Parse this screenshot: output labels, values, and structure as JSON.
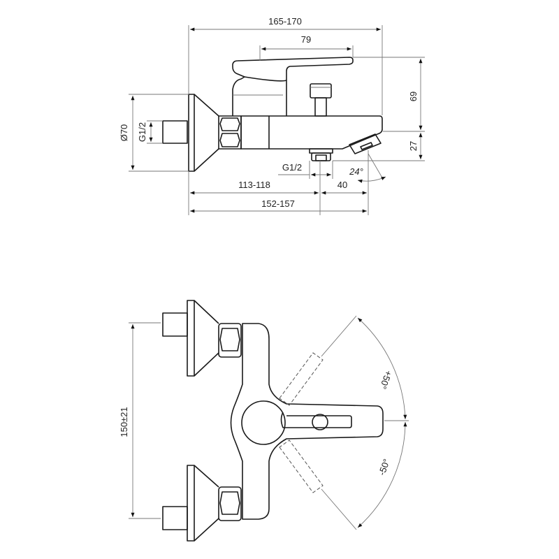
{
  "side_view": {
    "dim_total_length": "165-170",
    "dim_lever_length": "79",
    "dim_height_lever": "69",
    "dim_height_spout": "27",
    "dim_flange_diameter": "Ø70",
    "dim_inlet_thread": "G1/2",
    "dim_outlet_thread": "G1/2",
    "dim_outlet_position": "113-118",
    "dim_spout_offset": "40",
    "dim_spout_reach": "152-157",
    "dim_spout_angle": "24°"
  },
  "top_view": {
    "dim_inlet_spacing": "150±21",
    "dim_rotation_plus": "+50°",
    "dim_rotation_minus": "-50°"
  }
}
